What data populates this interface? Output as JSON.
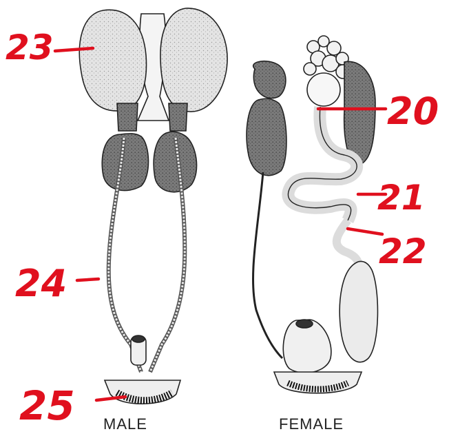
{
  "captions": {
    "male": "MALE",
    "female": "FEMALE"
  },
  "labels": {
    "l20": "20",
    "l21": "21",
    "l22": "22",
    "l23": "23",
    "l24": "24",
    "l25": "25"
  },
  "colors": {
    "ink": "#222222",
    "organ": "#8a8a8a",
    "organ_light": "#e6e6e6",
    "annotation": "#e0101e"
  }
}
